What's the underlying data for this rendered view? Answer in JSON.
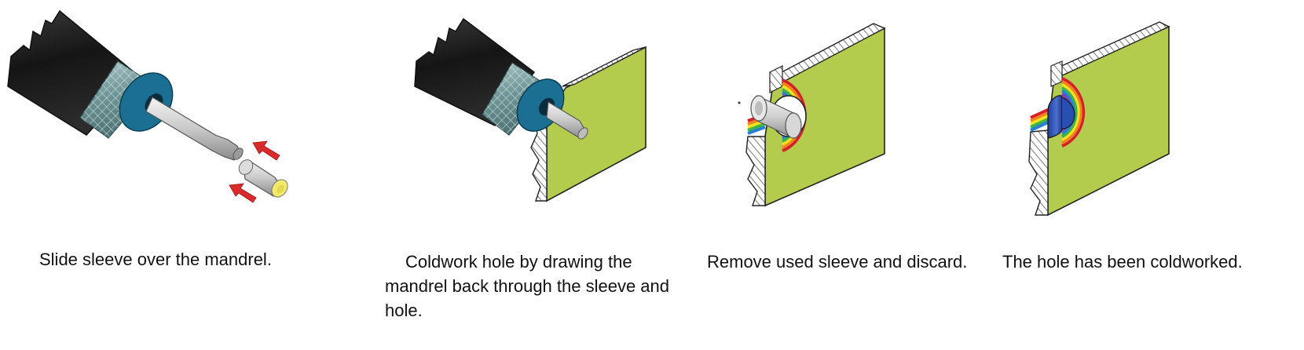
{
  "steps": [
    {
      "caption": "Slide sleeve over the mandrel."
    },
    {
      "caption": "Coldwork hole by drawing the mandrel back through the sleeve and hole."
    },
    {
      "caption": "Remove used sleeve and discard."
    },
    {
      "caption": "The hole has been coldworked."
    }
  ],
  "colors": {
    "tool_body": "#1e1e1e",
    "knurl": "#7fa4a6",
    "nose_ring": "#1a6f93",
    "plate_face": "#b3cc4e",
    "arrow": "#d92b2b",
    "sleeve_end": "#f2ea6a"
  },
  "icons": [
    "tool-icon",
    "mandrel-icon",
    "sleeve-icon",
    "arrow-icon",
    "plate-icon"
  ]
}
